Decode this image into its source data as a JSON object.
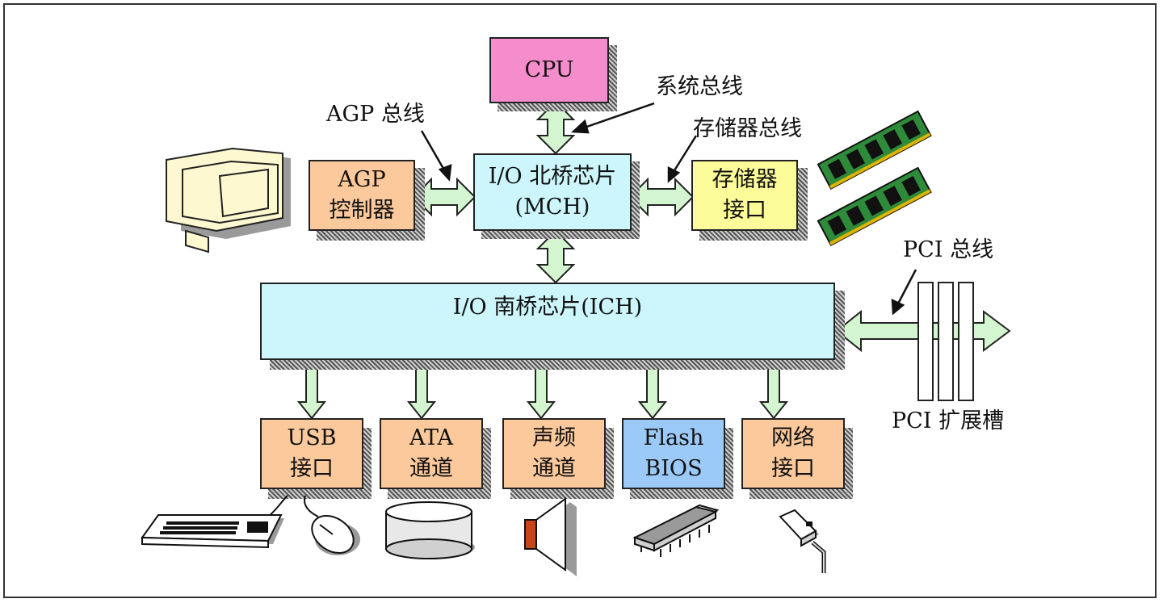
{
  "boxes": {
    "cpu": "CPU",
    "mch_line1": "I/O 北桥芯片",
    "mch_line2": "(MCH)",
    "agp_line1": "AGP",
    "agp_line2": "控制器",
    "mem_line1": "存储器",
    "mem_line2": "接口",
    "ich": "I/O 南桥芯片(ICH)",
    "usb_line1": "USB",
    "usb_line2": "接口",
    "ata_line1": "ATA",
    "ata_line2": "通道",
    "audio_line1": "声频",
    "audio_line2": "通道",
    "flash_line1": "Flash",
    "flash_line2": "BIOS",
    "net_line1": "网络",
    "net_line2": "接口"
  },
  "labels": {
    "system_bus": "系统总线",
    "agp_bus": "AGP 总线",
    "memory_bus": "存储器总线",
    "pci_bus": "PCI 总线",
    "pci_slots": "PCI 扩展槽"
  },
  "icons": [
    "monitor-icon",
    "memory-module-icon",
    "keyboard-icon",
    "mouse-icon",
    "disk-icon",
    "speaker-icon",
    "chip-icon",
    "network-connector-icon"
  ],
  "colors": {
    "cpu": "#f58ccb",
    "mch": "#ccf6fb",
    "orange": "#fbc99b",
    "memory_if": "#fbfb99",
    "ich": "#ccf6fb",
    "flash": "#9ccaf8",
    "arrow": "#d3f6d0"
  }
}
